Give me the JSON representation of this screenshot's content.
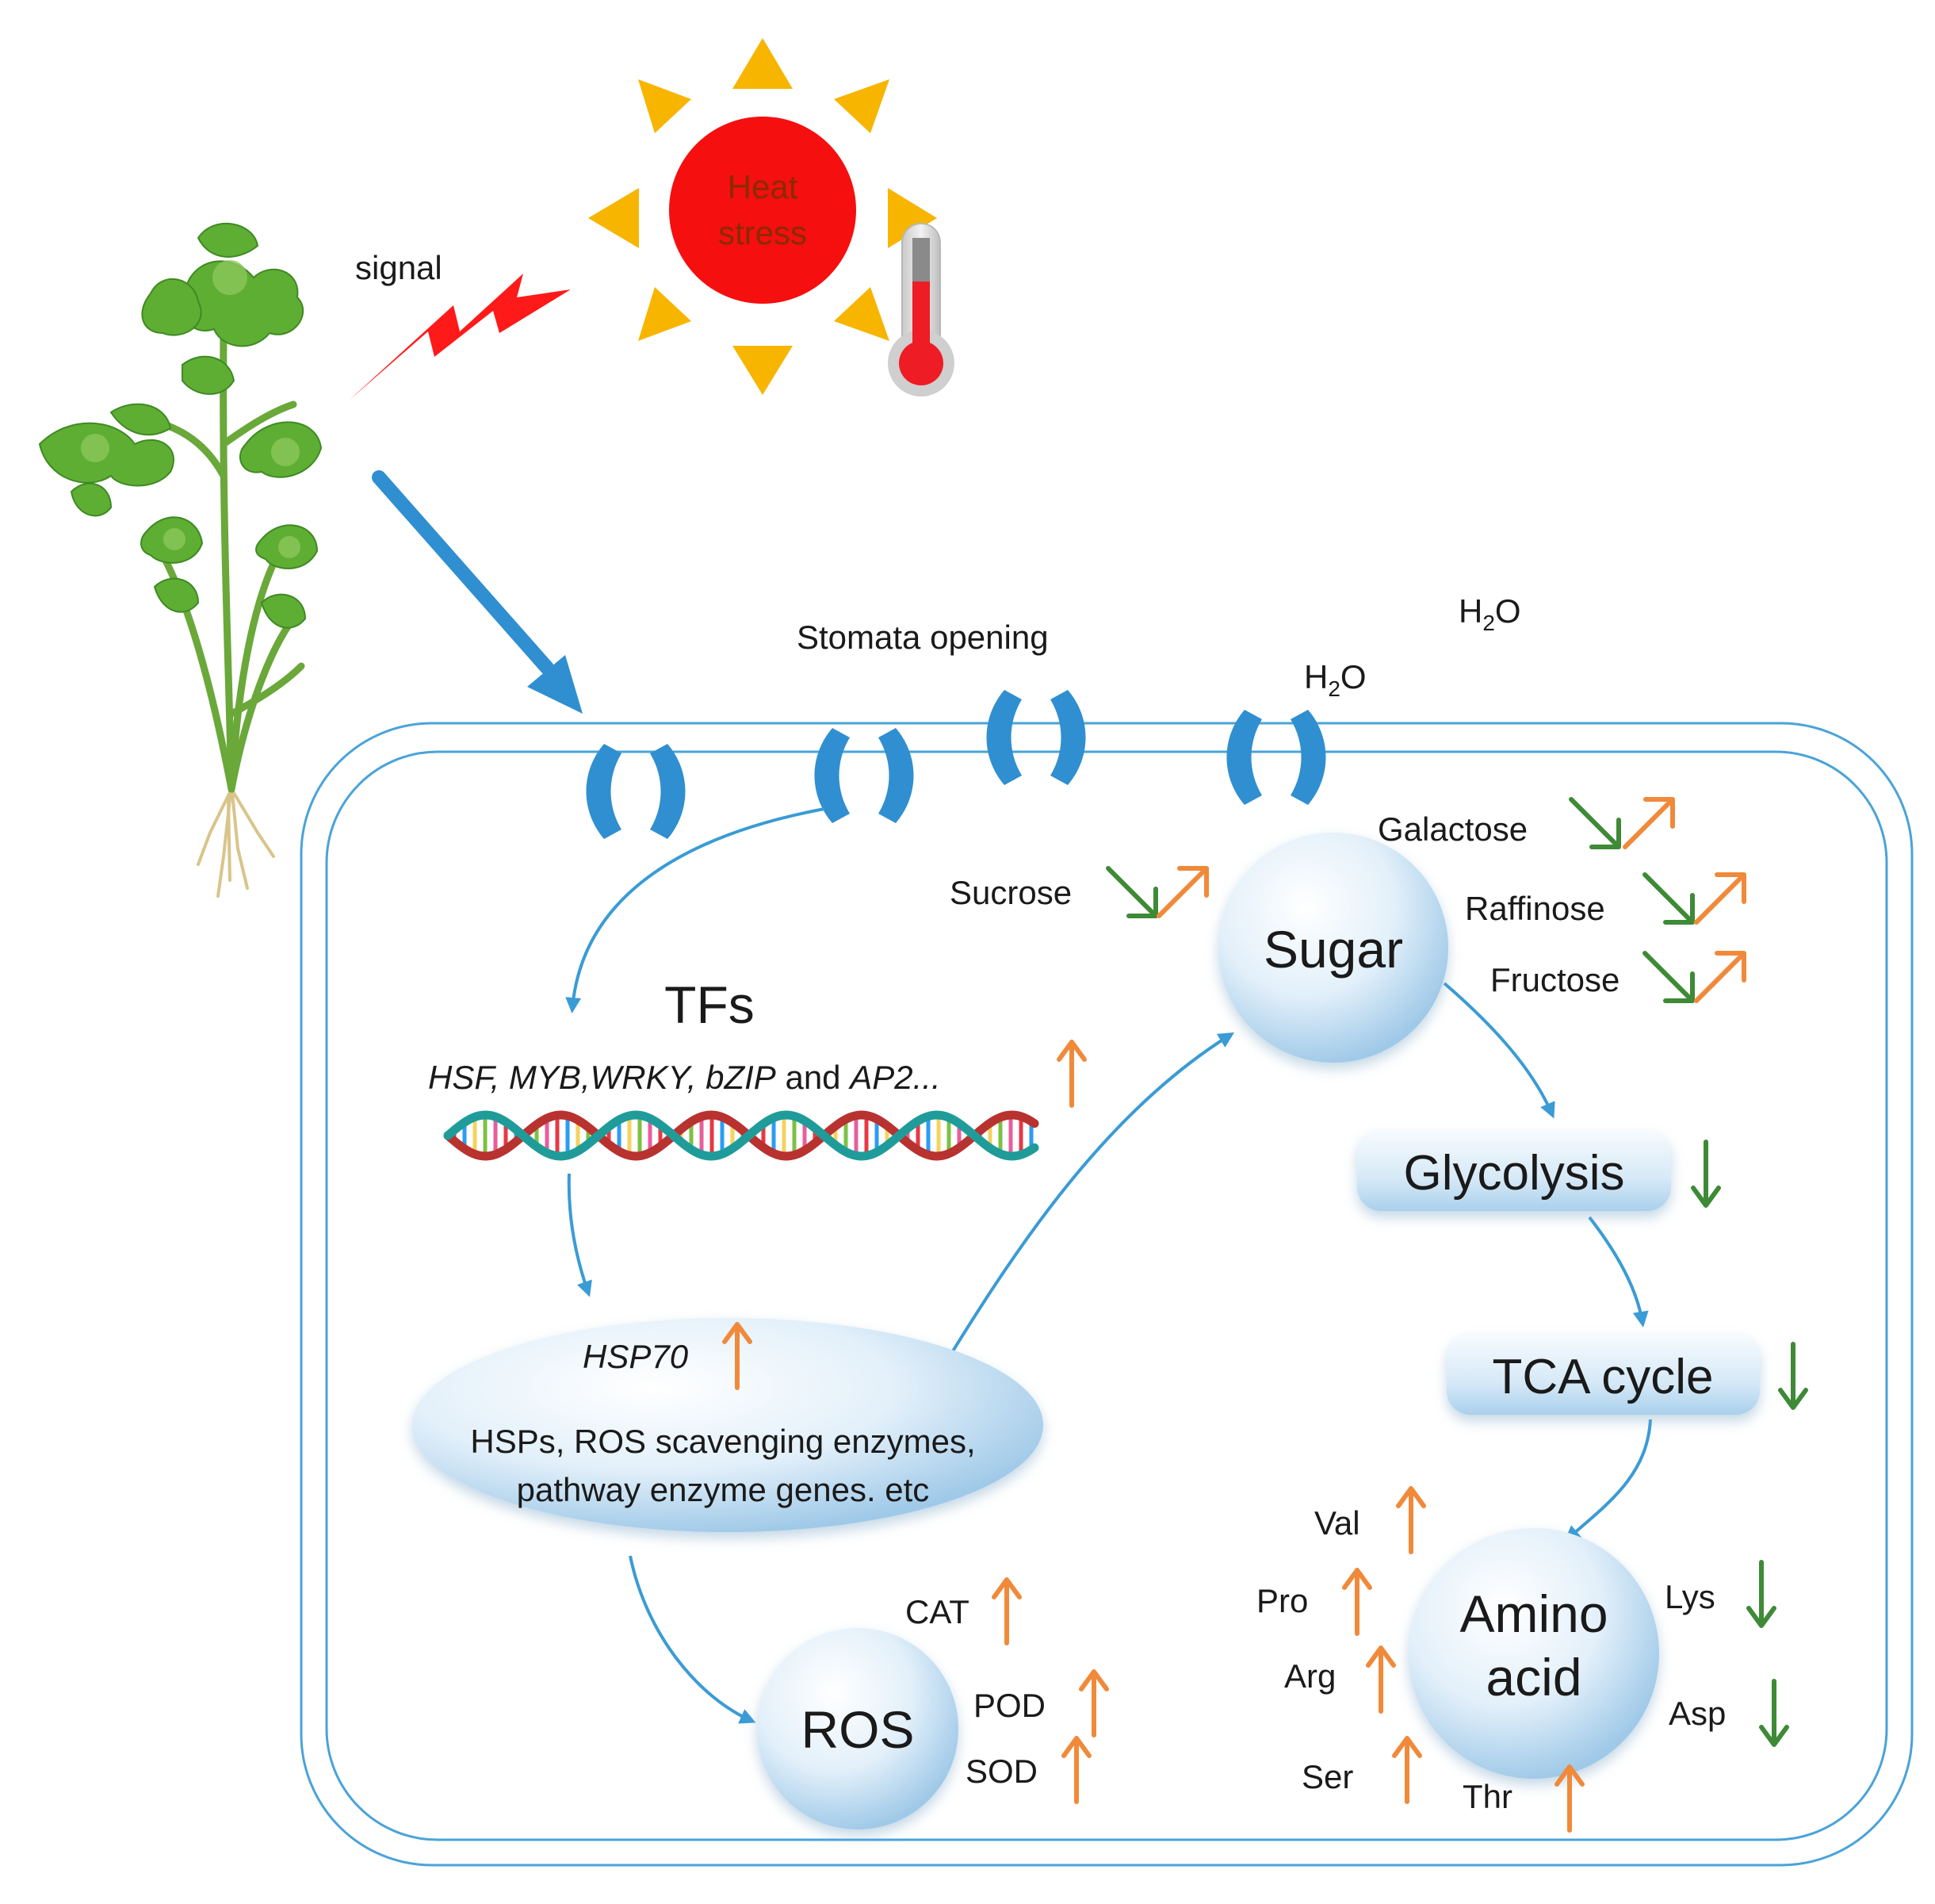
{
  "colors": {
    "up_arrow": "#f08a3a",
    "down_arrow": "#3e8a36",
    "flow_arrow": "#3a9bd5",
    "membrane": "#4aa3d8",
    "sun_core": "#f50f0f",
    "sun_ray": "#f7b500",
    "signal": "#ff1a1a",
    "heat_text": "#8a2b00"
  },
  "icons": {
    "plant": "plant-illustration",
    "sun": "sun-icon",
    "thermometer": "thermometer-icon",
    "signal": "lightning-bolt-icon",
    "dna": "dna-double-helix-icon",
    "stomata": "stomata-pore-icon"
  },
  "heat": {
    "line1": "Heat",
    "line2": "stress"
  },
  "signal_label": "signal",
  "stomata_label": "Stomata opening",
  "water": {
    "molecule": "H",
    "subscript": "2",
    "suffix": "O"
  },
  "tfs": {
    "title": "TFs",
    "genes": [
      "HSF, MYB,WRKY, bZIP",
      " and ",
      "AP2..."
    ],
    "trend": "up"
  },
  "hsp": {
    "title": "HSP70",
    "trend": "up",
    "line1": "HSPs, ROS scavenging enzymes,",
    "line2": "pathway enzyme genes. etc"
  },
  "ros": {
    "label": "ROS",
    "enzymes": [
      {
        "name": "CAT",
        "trend": "up"
      },
      {
        "name": "POD",
        "trend": "up"
      },
      {
        "name": "SOD",
        "trend": "up"
      }
    ]
  },
  "sugar": {
    "label": "Sugar",
    "items": [
      {
        "name": "Sucrose",
        "trends": [
          "down",
          "up"
        ]
      },
      {
        "name": "Galactose",
        "trends": [
          "down",
          "up"
        ]
      },
      {
        "name": "Raffinose",
        "trends": [
          "down",
          "up"
        ]
      },
      {
        "name": "Fructose",
        "trends": [
          "down",
          "up"
        ]
      }
    ]
  },
  "glycolysis": {
    "label": "Glycolysis",
    "trend": "down"
  },
  "tca": {
    "label": "TCA cycle",
    "trend": "down"
  },
  "amino": {
    "line1": "Amino",
    "line2": "acid",
    "items": [
      {
        "name": "Val",
        "trend": "up"
      },
      {
        "name": "Pro",
        "trend": "up"
      },
      {
        "name": "Arg",
        "trend": "up"
      },
      {
        "name": "Ser",
        "trend": "up"
      },
      {
        "name": "Thr",
        "trend": "up"
      },
      {
        "name": "Lys",
        "trend": "down"
      },
      {
        "name": "Asp",
        "trend": "down"
      }
    ]
  }
}
